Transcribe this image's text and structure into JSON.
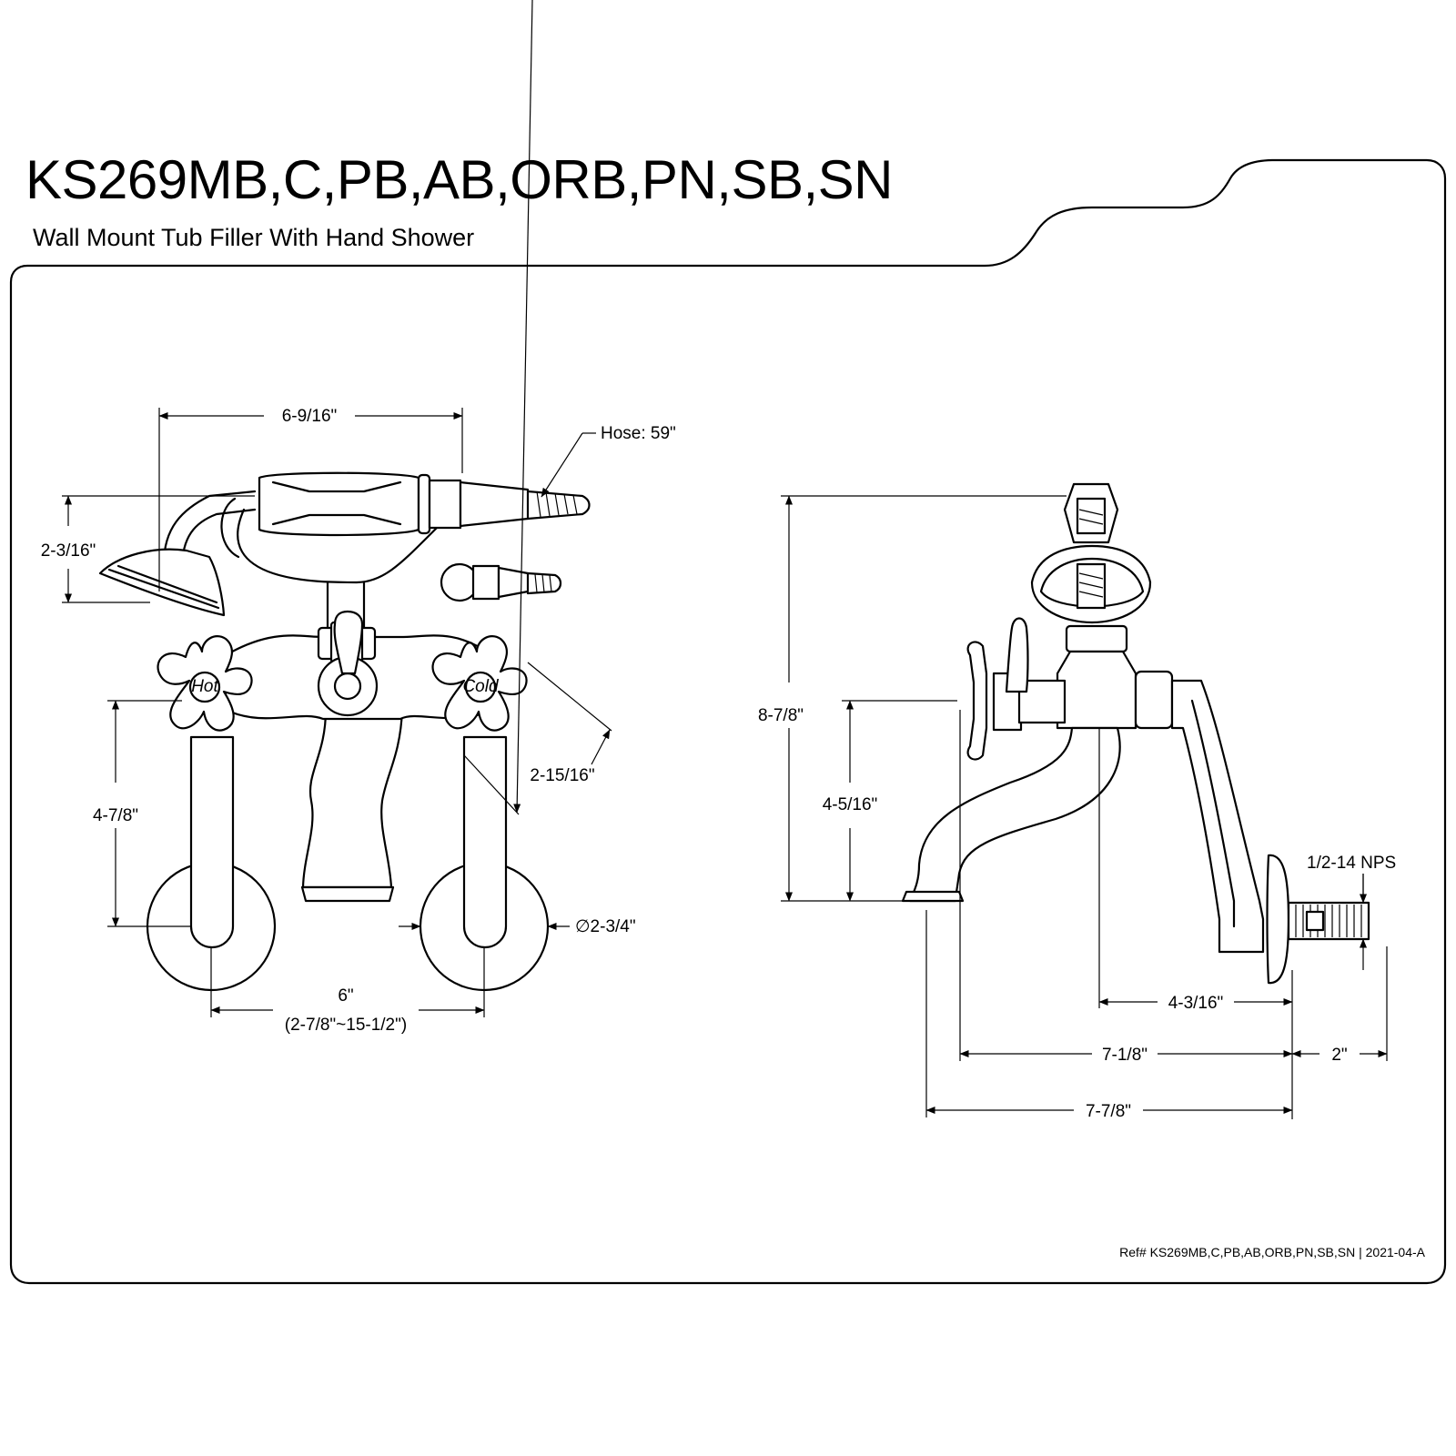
{
  "header": {
    "title": "KS269MB,C,PB,AB,ORB,PN,SB,SN",
    "subtitle": "Wall Mount Tub Filler With Hand Shower"
  },
  "front_view": {
    "hose_label": "Hose: 59\"",
    "dim_handset_length": "6-9/16\"",
    "dim_handset_height": "2-3/16\"",
    "dim_handle_height": "4-7/8\"",
    "dim_handle_span": "2-15/16\"",
    "dim_flange_diameter": "∅2-3/4\"",
    "dim_center": "6\"",
    "dim_center_range": "(2-7/8\"~15-1/2\")",
    "handle_hot_label": "Hot",
    "handle_cold_label": "Cold"
  },
  "side_view": {
    "dim_total_height": "8-7/8\"",
    "dim_spout_height": "4-5/16\"",
    "thread_label": "1/2-14 NPS",
    "dim_spout_reach": "4-3/16\"",
    "dim_handle_reach": "7-1/8\"",
    "dim_inlet_length": "2\"",
    "dim_total_reach": "7-7/8\""
  },
  "footer": {
    "reference": "Ref# KS269MB,C,PB,AB,ORB,PN,SB,SN | 2021-04-A"
  }
}
